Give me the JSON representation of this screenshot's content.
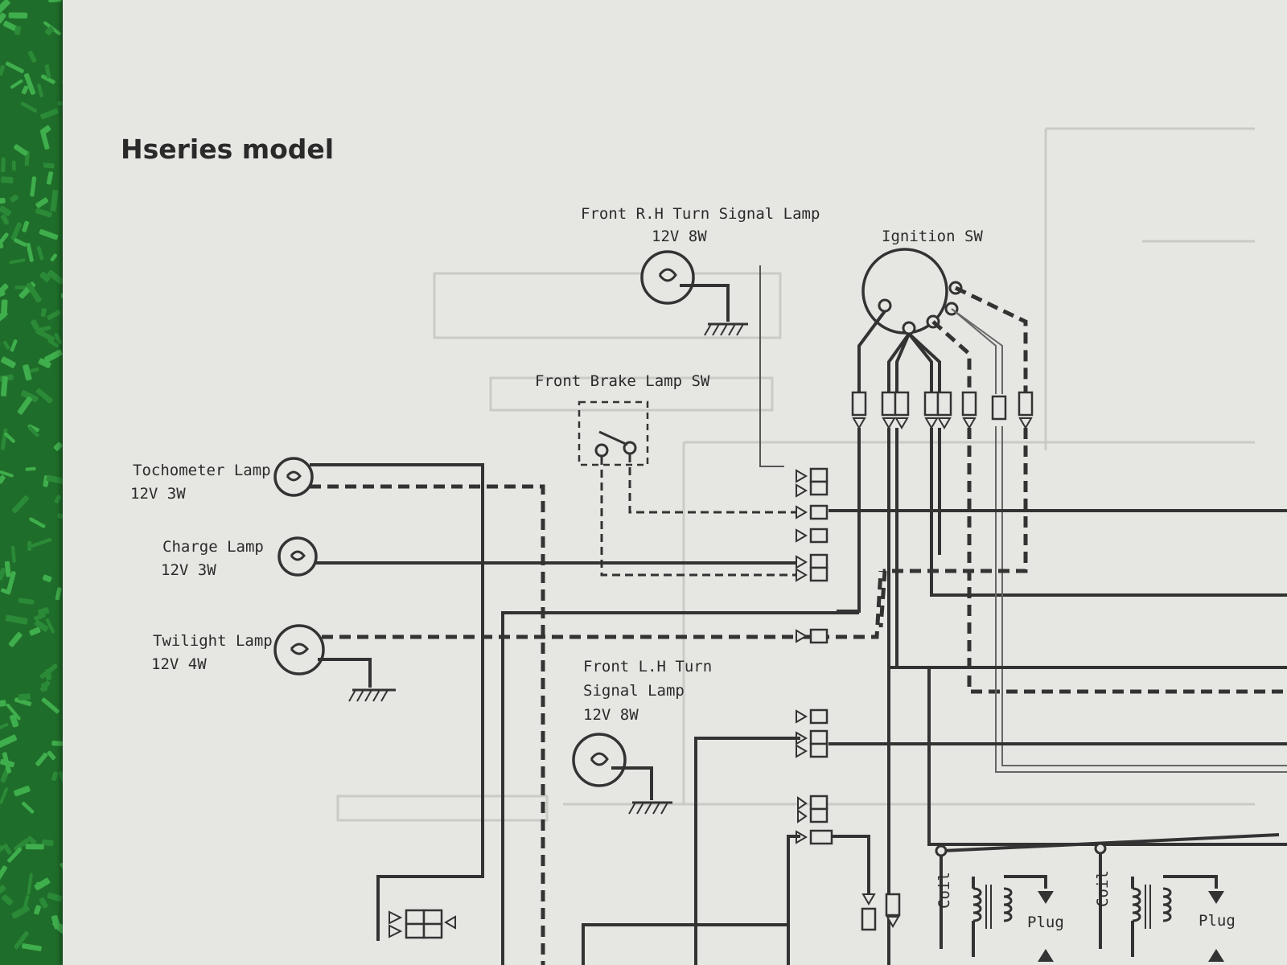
{
  "title": "Hseries model",
  "labels": {
    "front_rh_turn_name": "Front R.H Turn Signal Lamp",
    "front_rh_turn_rating": "12V 8W",
    "ignition_sw": "Ignition SW",
    "front_brake_lamp_sw": "Front Brake Lamp SW",
    "tachometer_name": "Tochometer Lamp",
    "tachometer_rating": "12V 3W",
    "charge_name": "Charge Lamp",
    "charge_rating": "12V 3W",
    "twilight_name": "Twilight Lamp",
    "twilight_rating": "12V 4W",
    "front_lh_line1": "Front L.H Turn",
    "front_lh_line2": "Signal Lamp",
    "front_lh_rating": "12V 8W",
    "coil_1": "Coil",
    "plug_1": "Plug",
    "coil_2": "Coil",
    "plug_2": "Plug"
  },
  "colors": {
    "paper": "#e6e7e3",
    "ink": "#333333",
    "turf": "#2f8a3a"
  },
  "icons": {
    "lamp": "lamp-icon",
    "ground": "ground-icon",
    "connector": "connector-icon",
    "ignition_switch": "ignition-switch-icon",
    "coil": "coil-icon",
    "plug": "spark-plug-arrow-icon"
  }
}
